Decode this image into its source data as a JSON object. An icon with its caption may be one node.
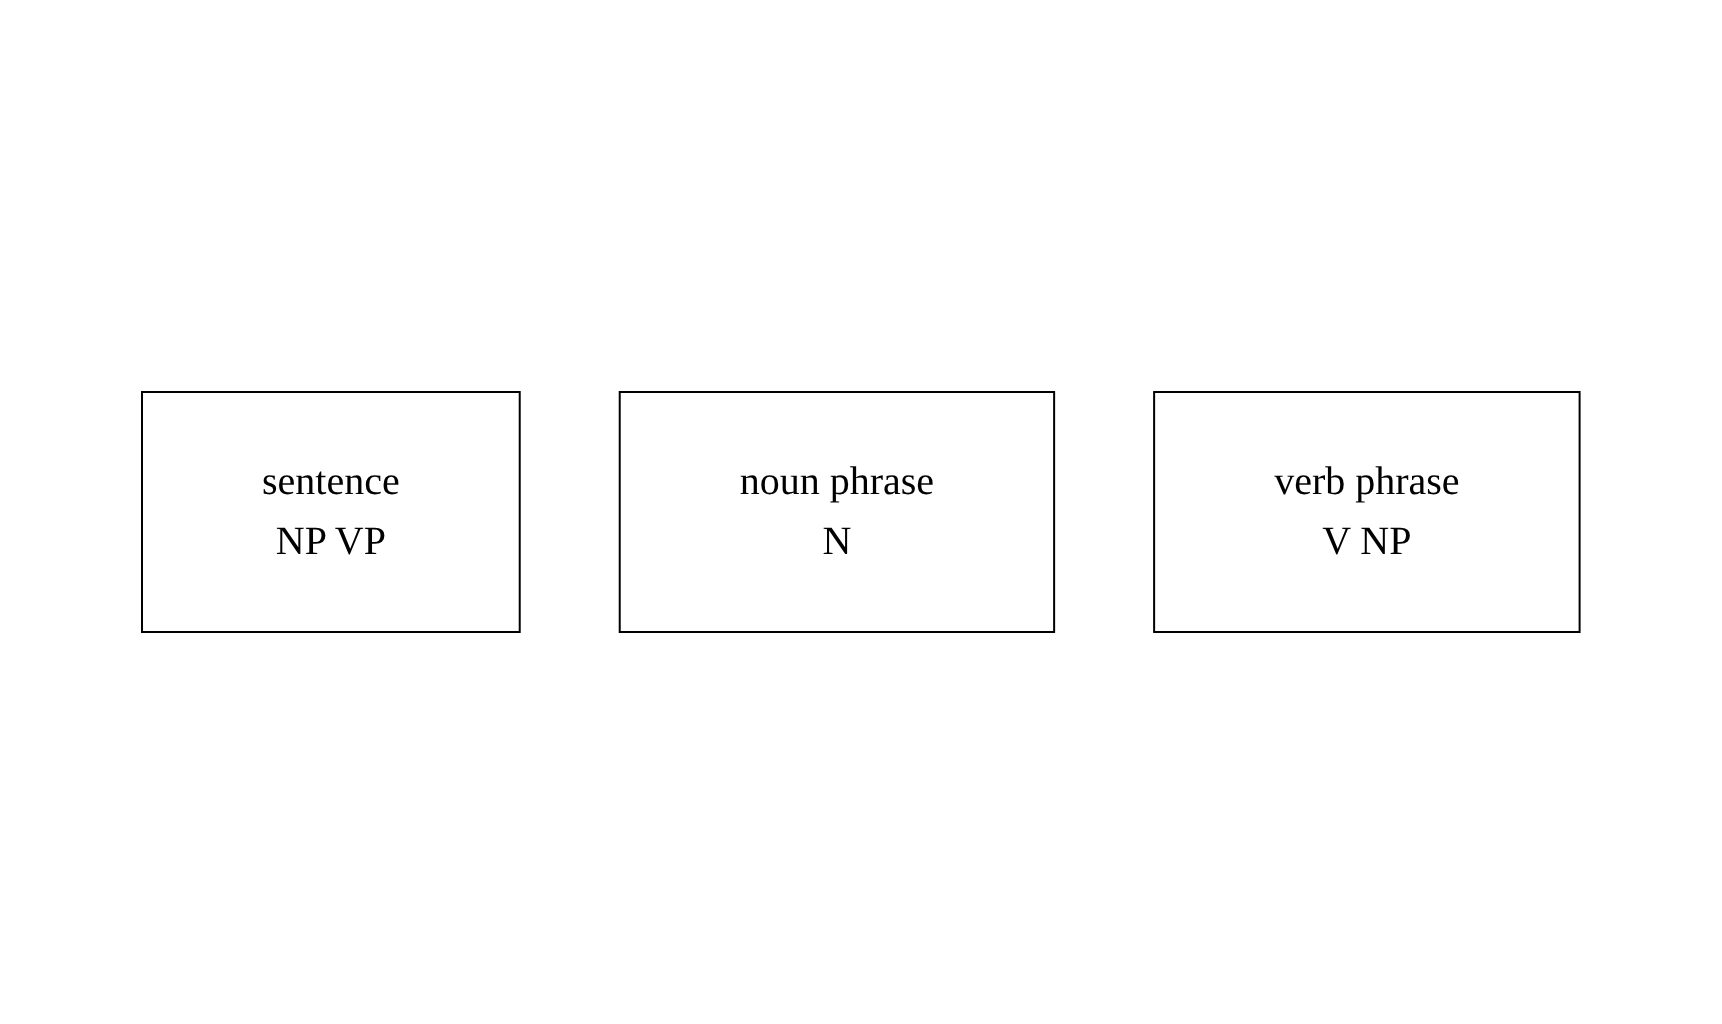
{
  "diagram": {
    "nodes": [
      {
        "text": [
          "sentence",
          "NP VP"
        ]
      },
      {
        "text": [
          "noun phrase",
          "N"
        ]
      },
      {
        "text": [
          "verb phrase",
          "V NP"
        ]
      }
    ]
  }
}
